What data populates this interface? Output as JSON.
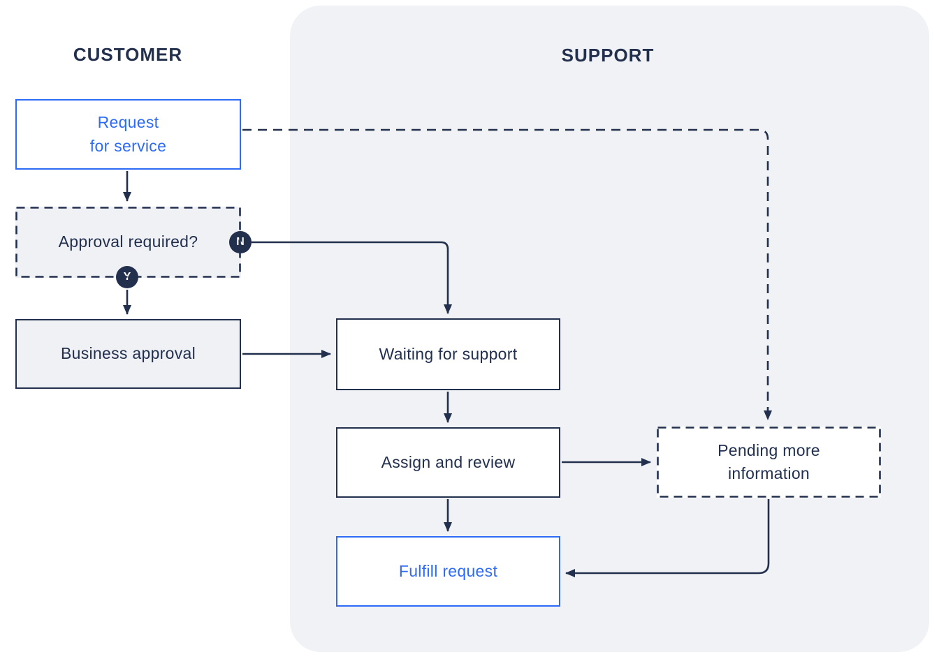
{
  "diagram": {
    "type": "flowchart",
    "lanes": [
      {
        "id": "customer",
        "title": "CUSTOMER"
      },
      {
        "id": "support",
        "title": "SUPPORT"
      }
    ],
    "nodes": [
      {
        "id": "request",
        "lane": "customer",
        "label": "Request\nfor service",
        "variant": "blue-outline"
      },
      {
        "id": "approval",
        "lane": "customer",
        "label": "Approval required?",
        "variant": "dashed-gray",
        "badges": [
          {
            "label": "N",
            "position": "right"
          },
          {
            "label": "Y",
            "position": "bottom"
          }
        ]
      },
      {
        "id": "business",
        "lane": "customer",
        "label": "Business approval",
        "variant": "solid-gray"
      },
      {
        "id": "waiting",
        "lane": "support",
        "label": "Waiting for support",
        "variant": "solid-white"
      },
      {
        "id": "assign",
        "lane": "support",
        "label": "Assign and review",
        "variant": "solid-white"
      },
      {
        "id": "fulfill",
        "lane": "support",
        "label": "Fulfill request",
        "variant": "blue-outline"
      },
      {
        "id": "pending",
        "lane": "support",
        "label": "Pending more\ninformation",
        "variant": "dashed-white"
      }
    ],
    "edges": [
      {
        "from": "request",
        "to": "approval",
        "style": "solid"
      },
      {
        "from": "approval",
        "to": "waiting",
        "style": "solid",
        "label": "N"
      },
      {
        "from": "approval",
        "to": "business",
        "style": "solid",
        "label": "Y"
      },
      {
        "from": "business",
        "to": "waiting",
        "style": "solid"
      },
      {
        "from": "waiting",
        "to": "assign",
        "style": "solid"
      },
      {
        "from": "assign",
        "to": "pending",
        "style": "solid"
      },
      {
        "from": "assign",
        "to": "fulfill",
        "style": "solid"
      },
      {
        "from": "pending",
        "to": "fulfill",
        "style": "solid"
      },
      {
        "from": "request",
        "to": "pending",
        "style": "dashed"
      }
    ],
    "colors": {
      "navy": "#22304E",
      "accent_blue": "#2D6BF6",
      "lane_background": "#F1F2F5",
      "gray_node_fill": "#F0F1F4"
    }
  }
}
